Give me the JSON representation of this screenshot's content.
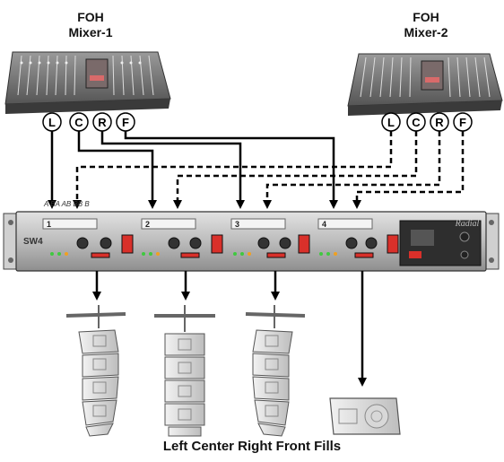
{
  "mixers": [
    {
      "title_line1": "FOH",
      "title_line2": "Mixer-1",
      "outputs": [
        "L",
        "C",
        "R",
        "F"
      ]
    },
    {
      "title_line1": "FOH",
      "title_line2": "Mixer-2",
      "outputs": [
        "L",
        "C",
        "R",
        "F"
      ]
    }
  ],
  "rack": {
    "brand": "Radial",
    "model": "SW4",
    "input_legend": "A BA AB BB B",
    "channels": [
      "1",
      "2",
      "3",
      "4"
    ]
  },
  "caption": "Left Center Right Front Fills",
  "colors": {
    "line": "#000000",
    "panel": "#c9c9c9",
    "led_green": "#3fc93f",
    "led_red": "#d9302a",
    "led_amber": "#f0a020"
  }
}
